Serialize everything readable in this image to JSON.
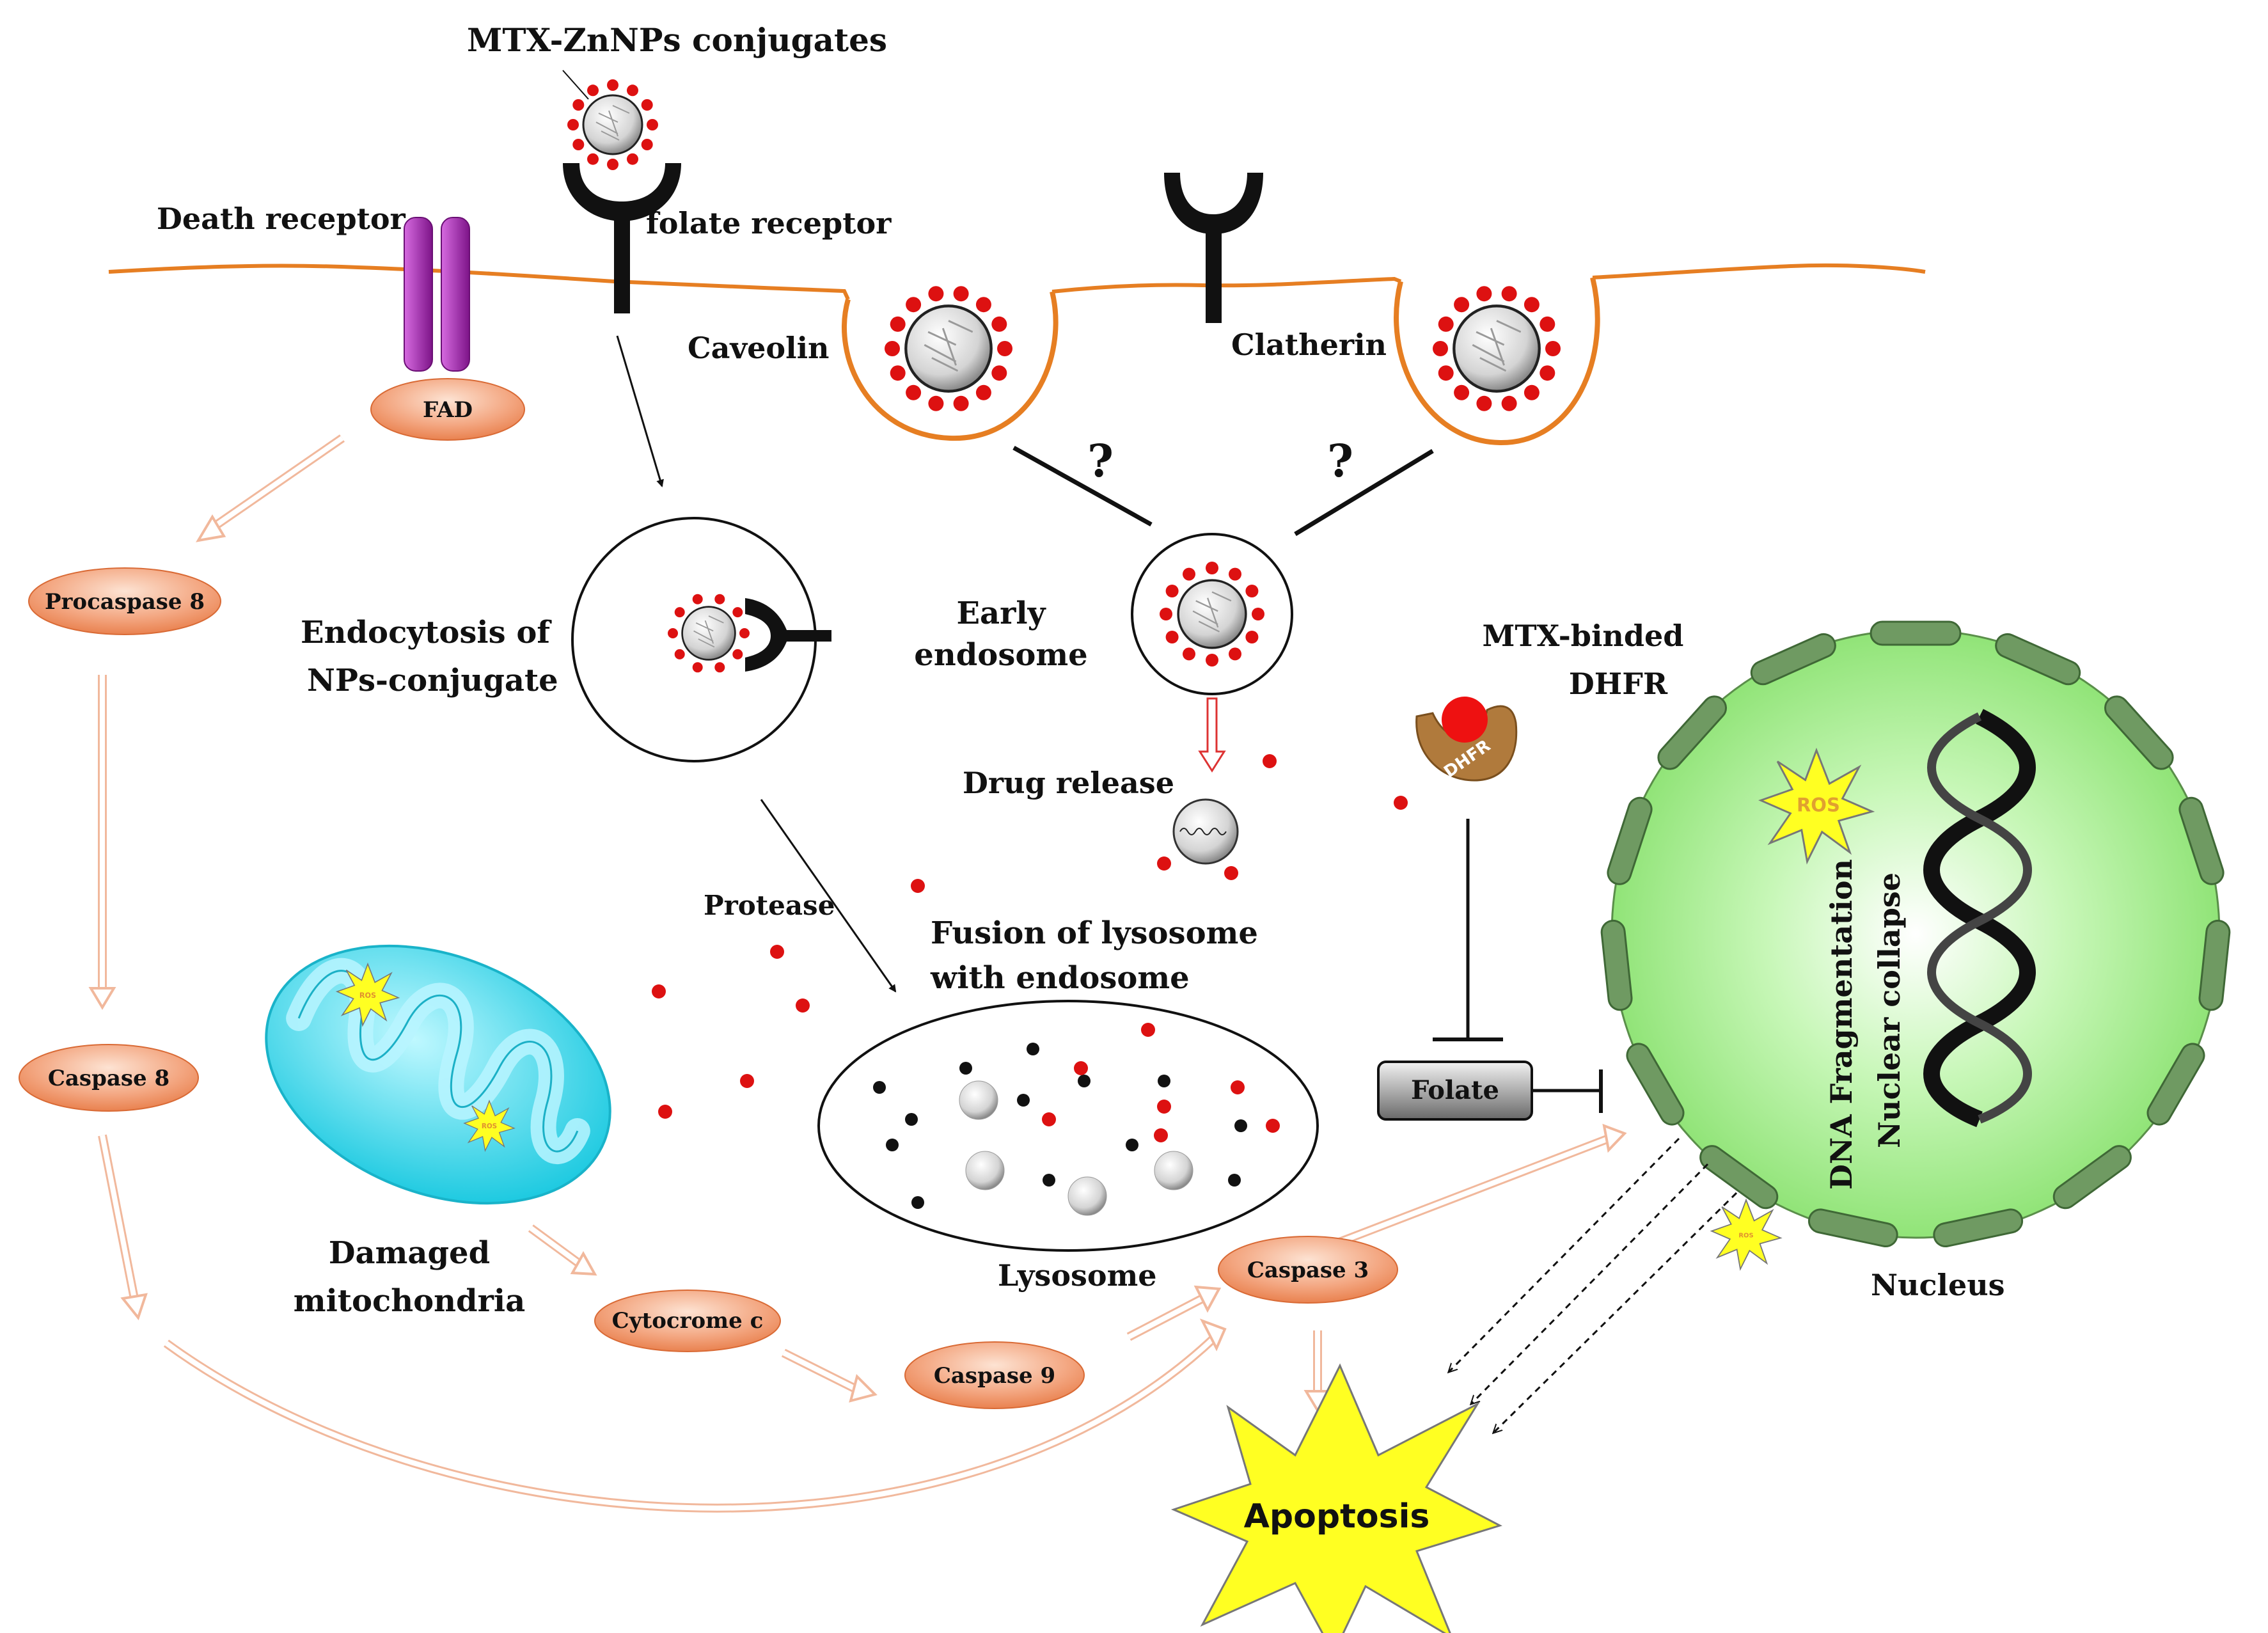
{
  "labels": {
    "conjugates": "MTX-ZnNPs conjugates",
    "death_receptor": "Death receptor",
    "folate_receptor": "folate receptor",
    "caveolin": "Caveolin",
    "clatherin": "Clatherin",
    "question": "?",
    "endocytosis_line1": "Endocytosis of",
    "endocytosis_line2": "NPs-conjugate",
    "early_endosome_line1": "Early",
    "early_endosome_line2": "endosome",
    "mtx_dhfr_line1": "MTX-binded",
    "mtx_dhfr_line2": "DHFR",
    "dhfr": "DHFR",
    "drug_release": "Drug release",
    "protease": "Protease",
    "fusion_line1": "Fusion of lysosome",
    "fusion_line2": "with endosome",
    "lysosome": "Lysosome",
    "damaged_line1": "Damaged",
    "damaged_line2": "mitochondria",
    "folate": "Folate",
    "dna_fragmentation": "DNA Fragmentation",
    "nuclear_collapse": "Nuclear collapse",
    "nucleus": "Nucleus",
    "ros": "ROS",
    "apoptosis": "Apoptosis"
  },
  "caspases": {
    "fad": "FAD",
    "procaspase8": "Procaspase 8",
    "caspase8": "Caspase 8",
    "cytocrome": "Cytocrome c",
    "caspase9": "Caspase 9",
    "caspase3": "Caspase 3"
  },
  "colors": {
    "membrane": "#e67e22",
    "caspase": "#f0a07a",
    "death_receptor": "#9b2aa8",
    "nucleus": "#a6ef90",
    "mitochondria": "#27d4e8",
    "drug_dot": "#dd1111",
    "ros_star": "#ffff22"
  }
}
